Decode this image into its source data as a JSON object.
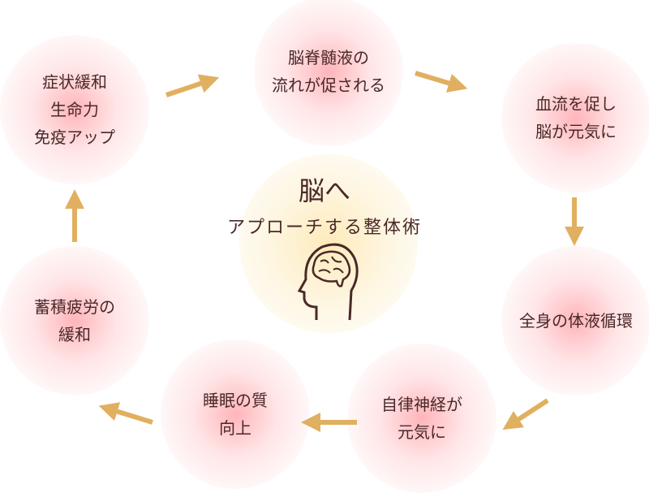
{
  "center": {
    "title": "脳へ",
    "subtitle": "アプローチする整体術",
    "icon": "head-brain-icon"
  },
  "nodes": [
    {
      "label": "症状緩和\n生命力\n免疫アップ"
    },
    {
      "label": "脳脊髄液の\n流れが促される"
    },
    {
      "label": "血流を促し\n脳が元気に"
    },
    {
      "label": "全身の体液循環"
    },
    {
      "label": "自律神経が\n元気に"
    },
    {
      "label": "睡眠の質\n向上"
    },
    {
      "label": "蓄積疲労の\n緩和"
    }
  ],
  "colors": {
    "arrow": "#e0b060",
    "text": "#4a2828",
    "node": "#ff7882",
    "center": "#fde6aa"
  }
}
